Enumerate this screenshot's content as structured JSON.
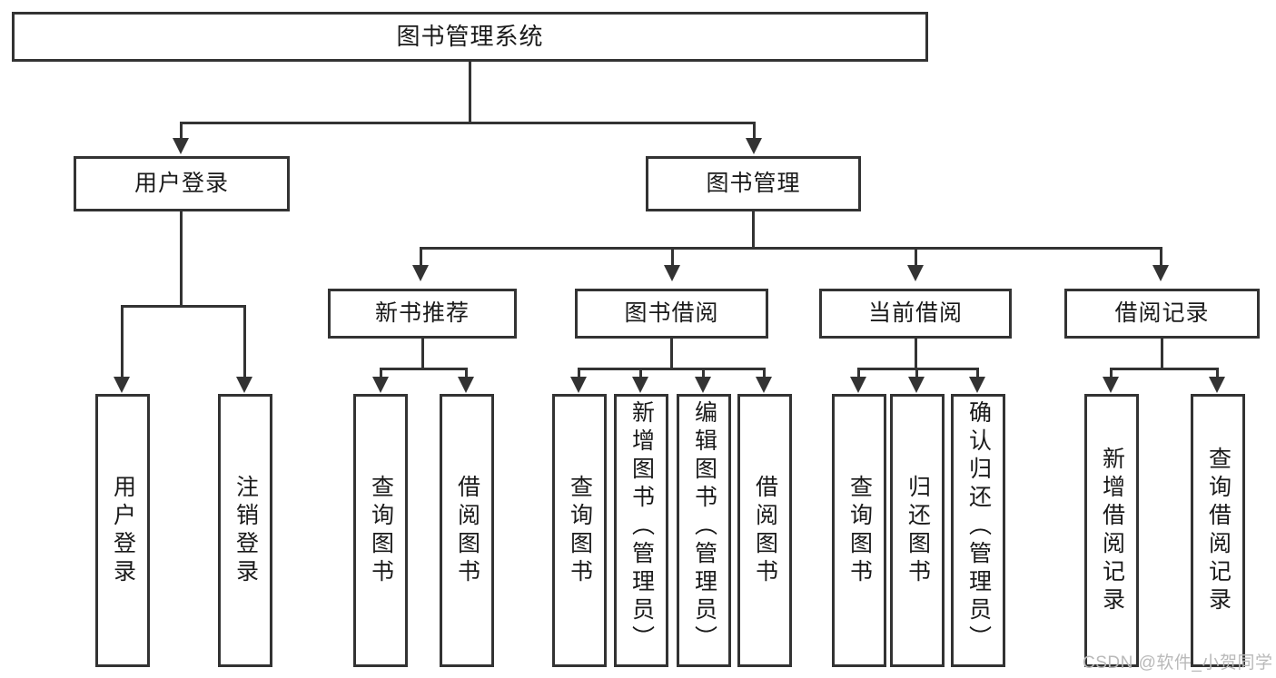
{
  "diagram": {
    "type": "tree-hierarchy-chart",
    "title": "图书管理系统",
    "root": {
      "label": "图书管理系统"
    },
    "level2": [
      {
        "id": "user-login",
        "label": "用户登录"
      },
      {
        "id": "book-management",
        "label": "图书管理"
      }
    ],
    "level3": [
      {
        "id": "new-book-recommend",
        "label": "新书推荐",
        "parent": "book-management"
      },
      {
        "id": "book-borrow",
        "label": "图书借阅",
        "parent": "book-management"
      },
      {
        "id": "current-borrow",
        "label": "当前借阅",
        "parent": "book-management"
      },
      {
        "id": "borrow-record",
        "label": "借阅记录",
        "parent": "book-management"
      }
    ],
    "leaves": {
      "user-login": [
        {
          "id": "leaf-user-login",
          "label": "用户登录"
        },
        {
          "id": "leaf-logout-login",
          "label": "注销登录"
        }
      ],
      "new-book-recommend": [
        {
          "id": "leaf-query-book-1",
          "label": "查询图书"
        },
        {
          "id": "leaf-borrow-book-1",
          "label": "借阅图书"
        }
      ],
      "book-borrow": [
        {
          "id": "leaf-query-book-2",
          "label": "查询图书"
        },
        {
          "id": "leaf-add-book",
          "label": "新增图书（管理员）"
        },
        {
          "id": "leaf-edit-book",
          "label": "编辑图书（管理员）"
        },
        {
          "id": "leaf-borrow-book-2",
          "label": "借阅图书"
        }
      ],
      "current-borrow": [
        {
          "id": "leaf-query-book-3",
          "label": "查询图书"
        },
        {
          "id": "leaf-return-book",
          "label": "归还图书"
        },
        {
          "id": "leaf-confirm-return",
          "label": "确认归还（管理员）"
        }
      ],
      "borrow-record": [
        {
          "id": "leaf-add-record",
          "label": "新增借阅记录"
        },
        {
          "id": "leaf-query-record",
          "label": "查询借阅记录"
        }
      ]
    },
    "colors": {
      "stroke": "#333333",
      "fill": "#ffffff",
      "text": "#1a1a1a",
      "watermark": "#b9b9b9"
    }
  },
  "watermark": {
    "text": "CSDN @软件_小贺同学"
  }
}
